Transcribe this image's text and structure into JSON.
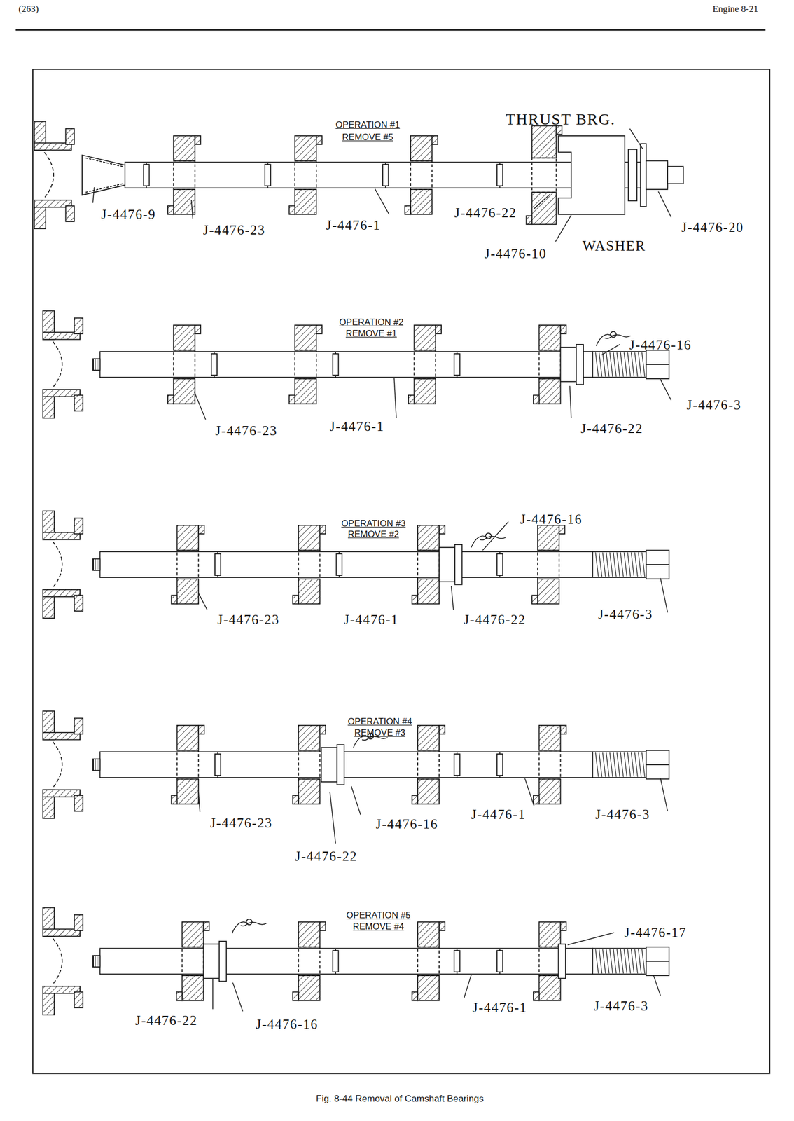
{
  "diagram": {
    "caption": "Fig. 8-44 Removal of Camshaft Bearings",
    "labels": [
      "(263)",
      "Engine 8-21",
      "OPERATION #1",
      "REMOVE #5",
      "THRUST BRG.",
      "J-4476-9",
      "J-4476-23",
      "J-4476-1",
      "J-4476-22",
      "J-4476-20",
      "J-4476-10",
      "WASHER",
      "OPERATION #2",
      "REMOVE #1",
      "J-4476-16",
      "J-4476-3",
      "J-4476-23",
      "J-4476-1",
      "J-4476-22",
      "OPERATION #3",
      "REMOVE #2",
      "J-4476-16",
      "J-4476-23",
      "J-4476-1",
      "J-4476-22",
      "J-4476-3",
      "OPERATION #4",
      "REMOVE #3",
      "J-4476-23",
      "J-4476-16",
      "J-4476-1",
      "J-4476-3",
      "J-4476-22",
      "OPERATION #5",
      "REMOVE #4",
      "J-4476-17",
      "J-4476-1",
      "J-4476-3",
      "J-4476-22",
      "J-4476-16"
    ]
  }
}
